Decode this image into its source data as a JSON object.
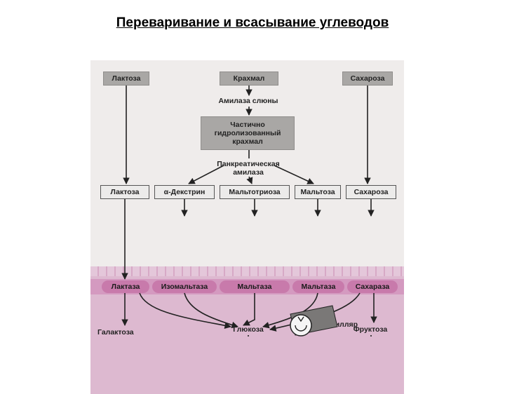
{
  "title": "Переваривание и всасывание углеводов",
  "top_row": {
    "lactose": "Лактоза",
    "starch": "Крахмал",
    "sucrose": "Сахароза"
  },
  "saliva_amylase": "Амилаза слюны",
  "partial_starch": [
    "Частично",
    "гидролизованный",
    "крахмал"
  ],
  "pancreatic_amylase": [
    "Панкреатическая",
    "амилаза"
  ],
  "mid_row": {
    "lactose": "Лактоза",
    "dextrin": "α-Декстрин",
    "maltotriose": "Мальтотриоза",
    "maltose": "Мальтоза",
    "sucrose": "Сахароза"
  },
  "enzymes": {
    "lactase": "Лактаза",
    "isomaltase": "Изомальтаза",
    "maltase1": "Мальтаза",
    "maltase2": "Мальтаза",
    "sucrase": "Сахараза"
  },
  "products": {
    "galactose": "Галактоза",
    "glucose": "Глюкоза",
    "fructose": "Фруктоза"
  },
  "capillary": "Капилляр",
  "colors": {
    "box_gray": "#a9a7a5",
    "tissue_pink": "#ddb9d0",
    "enzyme_magenta": "#c87aab"
  }
}
